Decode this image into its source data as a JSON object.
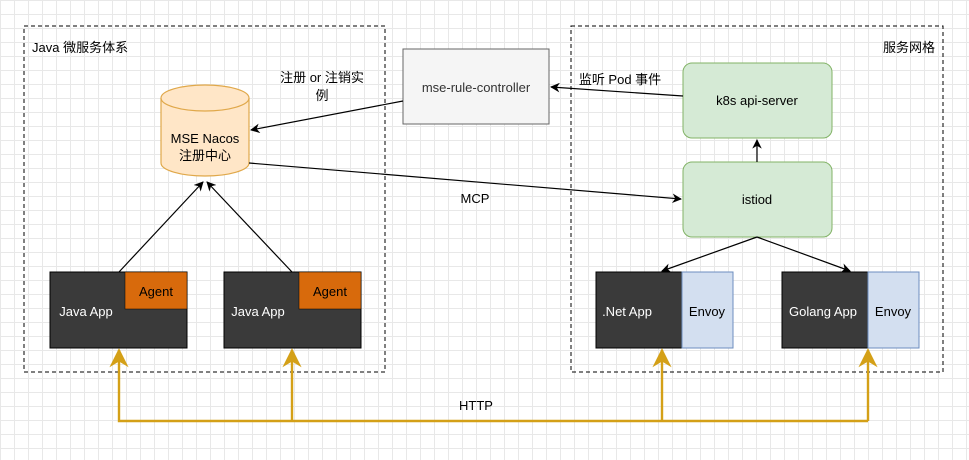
{
  "groups": {
    "java": {
      "title": "Java 微服务体系"
    },
    "mesh": {
      "title": "服务网格"
    }
  },
  "nodes": {
    "nacos": {
      "line1": "MSE Nacos",
      "line2": "注册中心"
    },
    "controller": {
      "label": "mse-rule-controller"
    },
    "k8s": {
      "label": "k8s api-server"
    },
    "istiod": {
      "label": "istiod"
    },
    "java_app_1": {
      "label": "Java App",
      "badge": "Agent"
    },
    "java_app_2": {
      "label": "Java App",
      "badge": "Agent"
    },
    "net_app": {
      "label": ".Net App",
      "sidecar": "Envoy"
    },
    "golang_app": {
      "label": "Golang App",
      "sidecar": "Envoy"
    }
  },
  "edges": {
    "register": {
      "line1": "注册 or 注销实",
      "line2": "例"
    },
    "watch": {
      "label": "监听 Pod 事件"
    },
    "mcp": {
      "label": "MCP"
    },
    "http": {
      "label": "HTTP"
    }
  },
  "colors": {
    "app_fill": "#3a3a3a",
    "agent_fill": "#d86a0c",
    "envoy_fill": "#d3dff0",
    "green_fill": "#d5ead5",
    "green_stroke": "#82b366",
    "nacos_fill": "#ffe6c7",
    "nacos_stroke": "#e0a84a",
    "http_line": "#d4a017"
  }
}
